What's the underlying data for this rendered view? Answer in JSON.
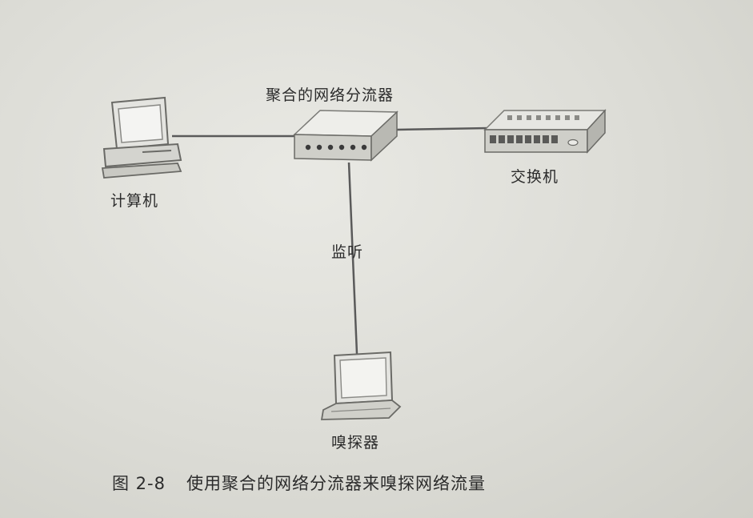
{
  "nodes": {
    "computer": {
      "label": "计算机",
      "icon": "desktop-computer-icon"
    },
    "tap": {
      "label": "聚合的网络分流器",
      "icon": "network-tap-icon"
    },
    "switch": {
      "label": "交换机",
      "icon": "network-switch-icon"
    },
    "sniffer": {
      "label": "嗅探器",
      "icon": "laptop-icon"
    }
  },
  "edges": [
    {
      "from": "computer",
      "to": "tap",
      "label": ""
    },
    {
      "from": "tap",
      "to": "switch",
      "label": ""
    },
    {
      "from": "tap",
      "to": "sniffer",
      "label": "监听"
    }
  ],
  "caption": {
    "figure_number": "图 2-8",
    "text": "使用聚合的网络分流器来嗅探网络流量"
  }
}
